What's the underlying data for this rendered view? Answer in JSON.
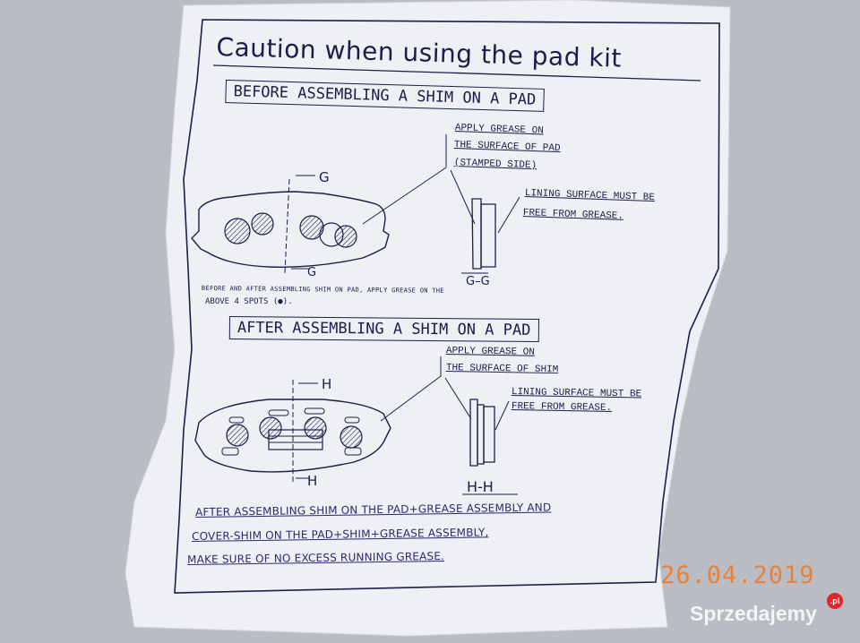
{
  "sheet": {
    "title": "Caution when using the pad kit",
    "before_heading": "BEFORE ASSEMBLING A SHIM ON A PAD",
    "after_heading": "AFTER ASSEMBLING A SHIM ON A PAD",
    "before_notes": {
      "apply_line1": "APPLY GREASE ON",
      "apply_line2": "THE SURFACE OF PAD",
      "apply_line3": "(STAMPED SIDE)",
      "lining_line1": "LINING SURFACE MUST BE",
      "lining_line2": "FREE FROM GREASE."
    },
    "after_notes": {
      "apply_line1": "APPLY GREASE ON",
      "apply_line2": "THE SURFACE OF SHIM",
      "lining_line1": "LINING SURFACE MUST BE",
      "lining_line2": "FREE FROM GREASE."
    },
    "section_labels": {
      "g_top": "G",
      "g_bottom": "G",
      "g_section": "G–G",
      "h_top": "H",
      "h_bottom": "H",
      "h_section": "H-H"
    },
    "spots_note_line1": "BEFORE AND AFTER ASSEMBLING SHIM ON PAD, APPLY GREASE ON THE",
    "spots_note_line2": "ABOVE 4 SPOTS (●).",
    "footer": {
      "line1": "AFTER ASSEMBLING SHIM ON THE PAD+GREASE ASSEMBLY AND",
      "line2": "COVER-SHIM ON THE PAD+SHIM+GREASE ASSEMBLY,",
      "line3": "MAKE SURE OF NO EXCESS RUNNING GREASE."
    }
  },
  "photo_overlay": {
    "date_stamp": "26.04.2019",
    "watermark": "Sprzedajemy",
    "watermark_suffix": ".pl"
  },
  "colors": {
    "ink": "#1b1e4a",
    "paper": "#f2f3f6",
    "background": "#b9bcc3",
    "date_stamp": "#e8823a"
  }
}
